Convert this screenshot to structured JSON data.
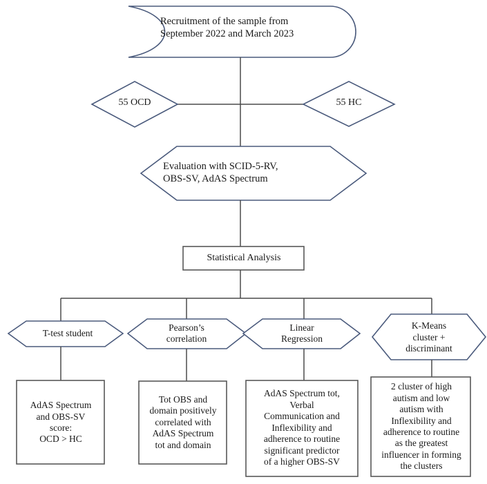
{
  "diagram": {
    "title": "Study design flowchart",
    "colors": {
      "shape_stroke": "#4a5a7c",
      "box_stroke": "#585858",
      "connector": "#4a4a4a",
      "background": "#ffffff",
      "text": "#1a1a1a"
    },
    "nodes": {
      "recruitment": {
        "shape": "stadium-flag",
        "text": "Recruitment of the sample from\nSeptember 2022 and March 2023"
      },
      "group_ocd": {
        "shape": "diamond",
        "text": "55 OCD"
      },
      "group_hc": {
        "shape": "diamond",
        "text": "55 HC"
      },
      "evaluation": {
        "shape": "hexagon",
        "text": "Evaluation with SCID-5-RV,\nOBS-SV, AdAS Spectrum"
      },
      "statistical_analysis": {
        "shape": "rectangle",
        "text": "Statistical Analysis"
      },
      "method_ttest": {
        "shape": "hexagon",
        "text": "T-test student"
      },
      "method_pearson": {
        "shape": "hexagon",
        "text": "Pearson’s\ncorrelation"
      },
      "method_regression": {
        "shape": "hexagon",
        "text": "Linear\nRegression"
      },
      "method_kmeans": {
        "shape": "hexagon",
        "text": "K-Means\ncluster +\ndiscriminant"
      },
      "result_ttest": {
        "shape": "rectangle",
        "text": "AdAS Spectrum\nand OBS-SV\nscore:\nOCD > HC"
      },
      "result_pearson": {
        "shape": "rectangle",
        "text": "Tot OBS and\ndomain positively\ncorrelated with\nAdAS Spectrum\ntot and domain"
      },
      "result_regression": {
        "shape": "rectangle",
        "text": "AdAS Spectrum tot,\nVerbal\nCommunication  and\nInflexibility and\nadherence to routine\nsignificant predictor\nof a higher OBS-SV"
      },
      "result_kmeans": {
        "shape": "rectangle",
        "text": "2 cluster of high\nautism and low\nautism  with\nInflexibility and\nadherence to routine\nas the greatest\ninfluencer in forming\nthe clusters"
      }
    }
  }
}
